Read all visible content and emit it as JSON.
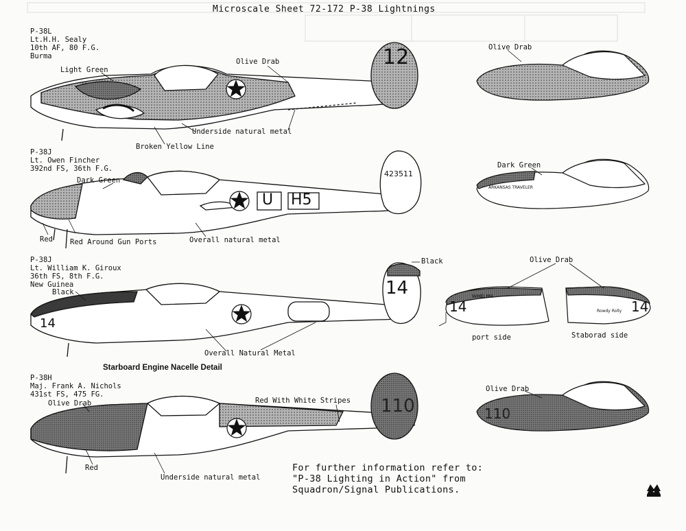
{
  "title": "Microscale Sheet 72-172 P-38 Lightnings",
  "aircraft": [
    {
      "model": "P-38L",
      "pilot": "Lt.H.H. Sealy",
      "unit": "10th AF, 80 F.G.",
      "location": "Burma",
      "tail_code": "12",
      "labels": {
        "light_green": "Light Green",
        "olive_drab": "Olive Drab",
        "underside": "Underside natural metal",
        "broken_line": "Broken Yellow Line"
      }
    },
    {
      "model": "P-38J",
      "pilot": "Lt. Owen Fincher",
      "unit": "392nd FS, 36th F.G.",
      "location": "",
      "serial": "423511",
      "fuselage_code_a": "U",
      "fuselage_code_b": "H5",
      "labels": {
        "dark_green": "Dark Green",
        "red": "Red",
        "gun_ports": "Red Around Gun Ports",
        "overall": "Overall natural metal"
      }
    },
    {
      "model": "P-38J",
      "pilot": "Lt. William K. Giroux",
      "unit": "36th FS, 8th F.G.",
      "location": "New Guinea",
      "tail_code": "14",
      "nose_code": "14",
      "labels": {
        "black": "Black",
        "tail_black": "Black",
        "overall": "Overall Natural Metal",
        "nacelle": "Starboard Engine Nacelle Detail"
      }
    },
    {
      "model": "P-38H",
      "pilot": "Maj. Frank A. Nichols",
      "unit": "431st FS, 475 FG.",
      "location": "",
      "tail_code": "110",
      "labels": {
        "olive_drab": "Olive Drab",
        "stripes": "Red With White Stripes",
        "red": "Red",
        "underside": "Underside natural metal"
      }
    }
  ],
  "nose_details": [
    {
      "label": "Olive Drab"
    },
    {
      "label": "Dark Green",
      "art_text": "ARKANSAS TRAVELER"
    },
    {
      "label": "Olive Drab",
      "port_label": "port side",
      "starboard_label": "Staborad side",
      "port_name": "WHELMA",
      "starboard_name": "Rowdy Rolly",
      "nose_code": "14"
    },
    {
      "label": "Olive Drab",
      "nose_code": "110"
    }
  ],
  "info": {
    "line1": "For further information refer to:",
    "line2": "\"P-38 Lighting in Action\" from",
    "line3": "Squadron/Signal Publications."
  },
  "colors": {
    "paper": "#fbfbf9",
    "ink": "#111111",
    "dark_scheme": "#6e6e6e",
    "light_scheme": "#a9a9a9",
    "red": "#3a3a3a"
  }
}
